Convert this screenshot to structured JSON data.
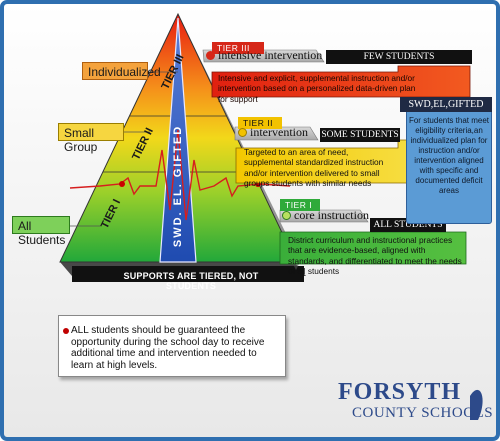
{
  "pyramid": {
    "levels": [
      {
        "label": "Individualized"
      },
      {
        "label": "Small Group"
      },
      {
        "label": "All Students"
      }
    ],
    "side_labels": [
      "TIER III",
      "TIER II",
      "TIER I"
    ],
    "center_label": "SWD. EL. GIFTED",
    "base_banner": "SUPPORTS ARE TIERED, NOT STUDENTS"
  },
  "tiers": [
    {
      "tab": "TIER III",
      "banner": "intensive intervention",
      "who": "FEW STUDENTS",
      "description": "Intensive and explicit, supplemental instruction and/or intervention based on a personalized data-driven plan for support",
      "accent": "#d62718"
    },
    {
      "tab": "TIER II",
      "banner": "intervention",
      "who": "SOME STUDENTS",
      "description": "Targeted to an area of need, supplemental standardized instruction and/or intervention delivered to small groups students with similar needs",
      "accent": "#f2c200"
    },
    {
      "tab": "TIER I",
      "banner": "core instruction",
      "who": "ALL STUDENTS",
      "description": "District curriculum and instructional practices that are evidence-based, aligned with standards, and differentiated to meet the needs of all students",
      "accent": "#2faa3a"
    }
  ],
  "swd_panel": {
    "title": "SWD,EL,GIFTED",
    "text": "For students that meet eligibility criteria,an individualized plan for instruction and/or intervention aligned with specific and documented deficit areas"
  },
  "note": {
    "text": "ALL students should be guaranteed the opportunity during the school day to receive additional time and intervention needed to learn at high levels."
  },
  "logo": {
    "line1": "FORSYTH",
    "line2": "COUNTY SCHOOLS"
  },
  "colors": {
    "frame": "#2f6fb0",
    "background": "#f3f3f3",
    "tier3": "#e8251a",
    "tier2": "#f5c400",
    "tier1": "#36a83a",
    "center_stripe": "#2a56b8",
    "pulse": "#d61e1e"
  }
}
